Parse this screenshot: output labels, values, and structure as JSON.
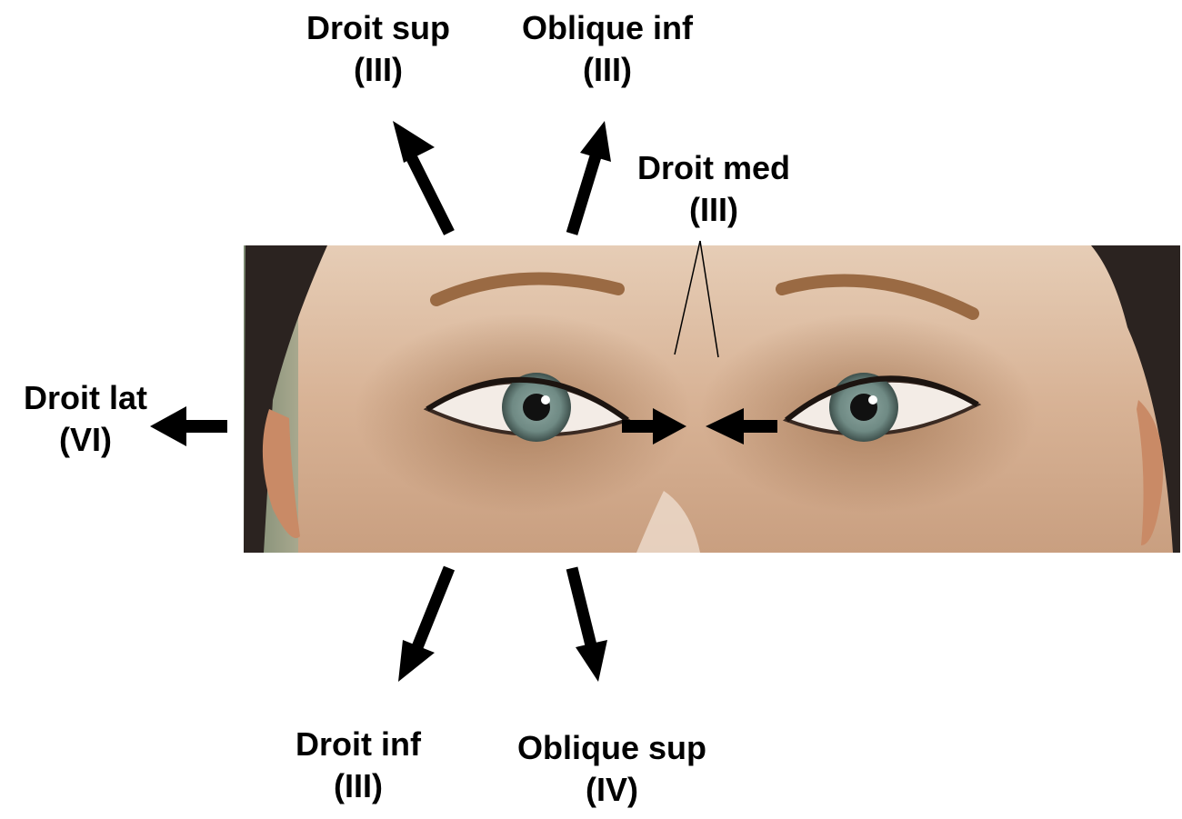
{
  "labels": {
    "droit_sup": {
      "name": "Droit sup",
      "nerve": "(III)"
    },
    "oblique_inf": {
      "name": "Oblique inf",
      "nerve": "(III)"
    },
    "droit_med": {
      "name": "Droit med",
      "nerve": "(III)"
    },
    "droit_lat": {
      "name": "Droit lat",
      "nerve": "(VI)"
    },
    "droit_inf": {
      "name": "Droit inf",
      "nerve": "(III)"
    },
    "oblique_sup": {
      "name": "Oblique sup",
      "nerve": "(IV)"
    }
  },
  "colors": {
    "arrow": "#000000",
    "skin": "#d9b59a",
    "iris": "#6f8a84",
    "hair": "#2b2320"
  }
}
